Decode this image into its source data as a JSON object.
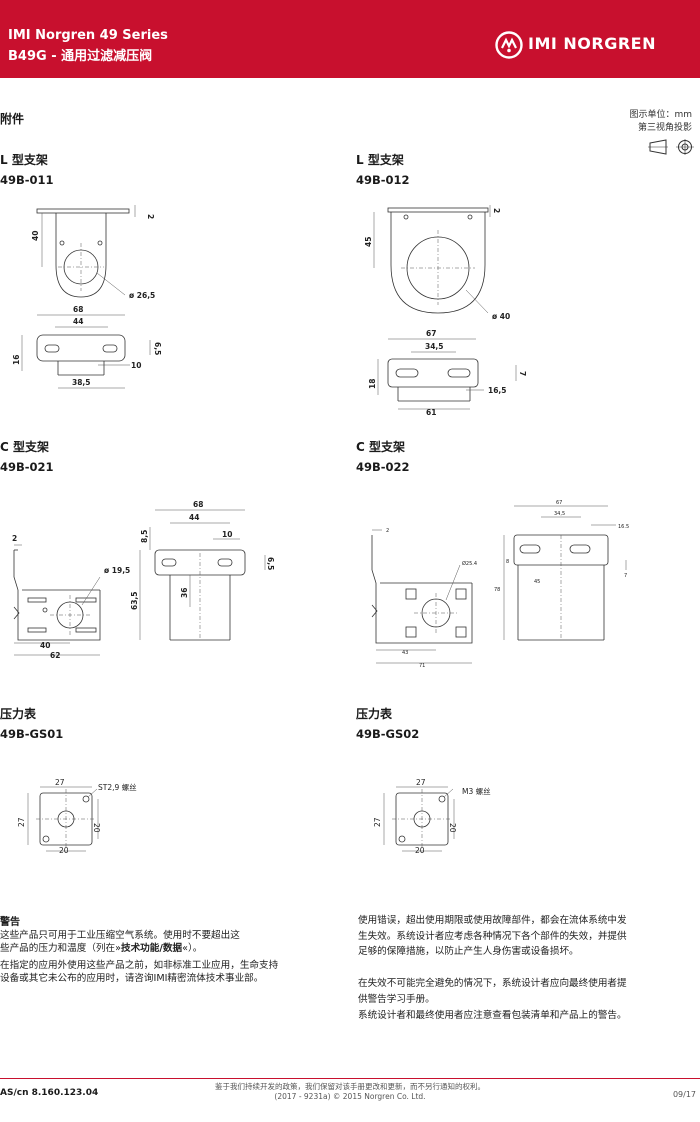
{
  "header": {
    "series": "IMI Norgren 49 Series",
    "product": "B49G - 通用过滤减压阀",
    "brand": "IMI NORGREN",
    "color": "#c8102e"
  },
  "page": {
    "section": "附件",
    "units": "图示单位：mm",
    "projection": "第三视角投影"
  },
  "accessories": [
    {
      "title": "L 型支架",
      "part": "49B-011",
      "dims": [
        "2",
        "40",
        "ø 26,5",
        "68",
        "44",
        "16",
        "10",
        "6,5",
        "38,5"
      ]
    },
    {
      "title": "L 型支架",
      "part": "49B-012",
      "dims": [
        "2",
        "45",
        "ø 40",
        "67",
        "34,5",
        "18",
        "16,5",
        "7",
        "61"
      ]
    },
    {
      "title": "C 型支架",
      "part": "49B-021",
      "dims": [
        "2",
        "ø 19,5",
        "40",
        "62",
        "68",
        "44",
        "8,5",
        "10",
        "36",
        "63,5",
        "6,5"
      ]
    },
    {
      "title": "C 型支架",
      "part": "49B-022",
      "dims": [
        "2",
        "Ø25.4",
        "43",
        "71",
        "67",
        "34,5",
        "16.5",
        "8",
        "45",
        "78",
        "7"
      ]
    },
    {
      "title": "压力表",
      "part": "49B-GS01",
      "dims": [
        "27",
        "ST2,9 螺丝",
        "27",
        "20",
        "20"
      ]
    },
    {
      "title": "压力表",
      "part": "49B-GS02",
      "dims": [
        "27",
        "M3 螺丝",
        "27",
        "20",
        "20"
      ]
    }
  ],
  "warning": {
    "title": "警告",
    "left_p1_a": "这些产品只可用于工业压缩空气系统。使用时不要超出这",
    "left_p1_b": "些产品的压力和温度（列在»",
    "left_p1_bold": "技术功能/数据",
    "left_p1_c": "«）。",
    "left_p2": "在指定的应用外使用这些产品之前，如非标准工业应用，生命支持设备或其它未公布的应用时，请咨询IMI精密流体技术事业部。",
    "right_p1": "使用错误，超出使用期限或使用故障部件，都会在流体系统中发生失效。系统设计者应考虑各种情况下各个部件的失效，并提供足够的保障措施，以防止产生人身伤害或设备损坏。",
    "right_p2": "在失效不可能完全避免的情况下，系统设计者应向最终使用者提供警告学习手册。",
    "right_p3": "系统设计者和最终使用者应注意查看包装清单和产品上的警告。"
  },
  "footer": {
    "doc": "AS/cn 8.160.123.04",
    "note1": "鉴于我们持续开发的政策，我们保留对该手册更改和更新，而不另行通知的权利。",
    "note2": "(2017 - 9231a) © 2015 Norgren Co. Ltd.",
    "page": "09/17"
  }
}
